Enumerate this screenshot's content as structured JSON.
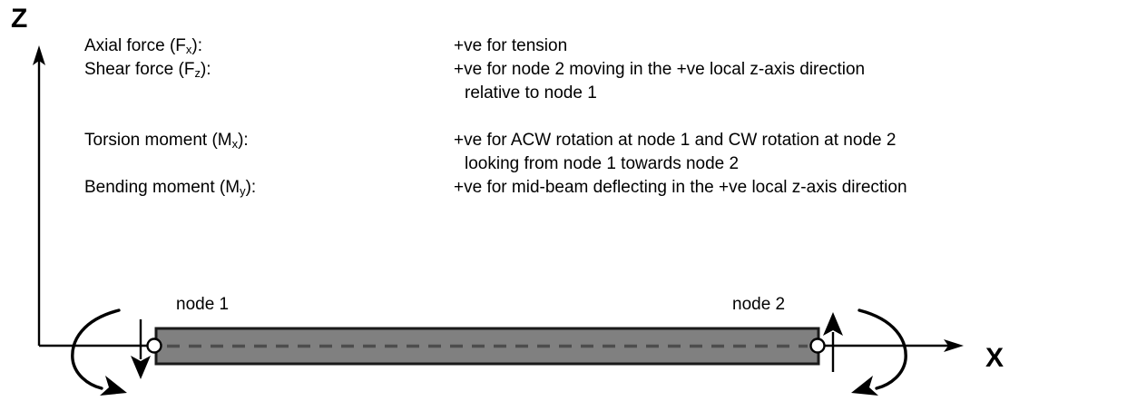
{
  "diagram": {
    "title_axes": {
      "z_axis_label": "Z",
      "x_axis_label": "X"
    },
    "legend": {
      "rows": [
        {
          "term": "Axial force (F",
          "term_sub": "x",
          "term_end": "):",
          "desc": "+ve for tension",
          "continuation": ""
        },
        {
          "term": "Shear force (F",
          "term_sub": "z",
          "term_end": "):",
          "desc": "+ve for node 2 moving in the +ve local z-axis direction",
          "continuation": "relative to node 1"
        },
        {
          "term": "Torsion moment (M",
          "term_sub": "x",
          "term_end": "):",
          "desc": "+ve for ACW rotation at node 1 and CW rotation at node 2",
          "continuation": "looking from node 1 towards node 2"
        },
        {
          "term": "Bending moment (M",
          "term_sub": "y",
          "term_end": "):",
          "desc": "+ve for mid-beam deflecting in the +ve local z-axis direction",
          "continuation": ""
        }
      ]
    },
    "beam": {
      "node_1_label": "node 1",
      "node_2_label": "node 2",
      "fill_color": "#808080",
      "stroke_color": "#1a1a1a",
      "centerline_color": "#4d4d4d"
    },
    "colors": {
      "ink": "#000000",
      "beam_fill": "#808080",
      "beam_border": "#1a1a1a"
    }
  }
}
